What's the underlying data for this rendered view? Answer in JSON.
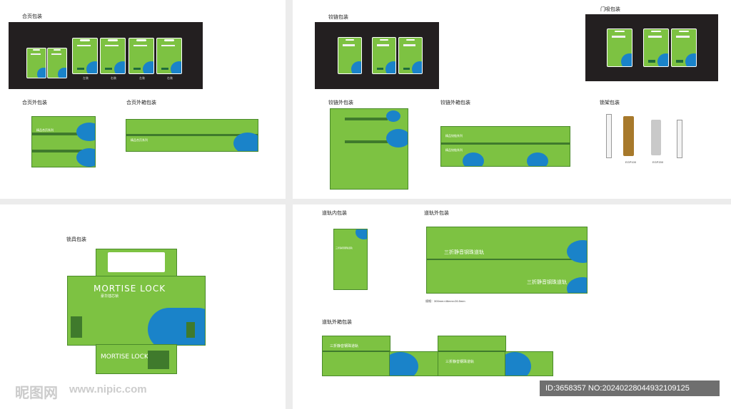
{
  "sections": {
    "hinge_pack": "合页包装",
    "hinge_outer": "合页外包装",
    "hinge_carton": "合页外箱包装",
    "hasp_pack": "铰链包装",
    "hasp_outer": "铰链外包装",
    "hasp_carton": "铰链外箱包装",
    "stopper_pack": "门吸包装",
    "lock_pack": "锁架包装",
    "lockbody_pack": "锁具包装",
    "rail_inner": "道轨内包装",
    "rail_outer": "道轨外包装",
    "rail_carton": "道轨外箱包装"
  },
  "box_text": {
    "hinge_series": "精品合页系列",
    "hasp_series": "精品铰链系列",
    "mortise": "MORTISE LOCK",
    "mortise_cn": "豪华插芯锁",
    "rail_series": "三折静音钢珠道轨"
  },
  "labels": {
    "card_a": "左装",
    "card_b": "右装",
    "card_c": "左装",
    "card_d": "右装",
    "lock_a": "EGP100",
    "lock_b": "EGP200",
    "rail_size": "规格：300mm×46mm×26.5mm"
  },
  "watermark": {
    "brand": "昵图网",
    "url": "www.nipic.com"
  },
  "id_text": "ID:3658357 NO:20240228044932109125"
}
